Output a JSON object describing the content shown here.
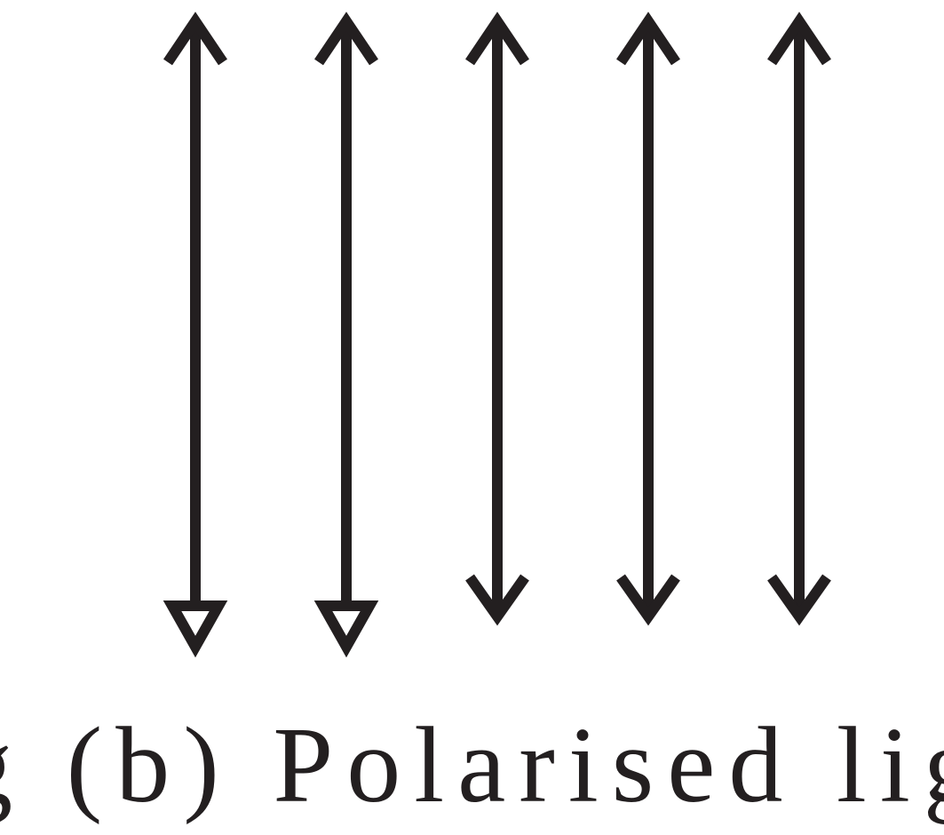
{
  "diagram": {
    "caption": "Fig (b) Polarised light",
    "arrow_count": 5,
    "arrow_bottom_heads": [
      "hollow-triangle",
      "hollow-triangle",
      "open-chevron",
      "open-chevron",
      "open-chevron"
    ],
    "colors": {
      "stroke": "#231f20",
      "background": "#ffffff"
    }
  }
}
